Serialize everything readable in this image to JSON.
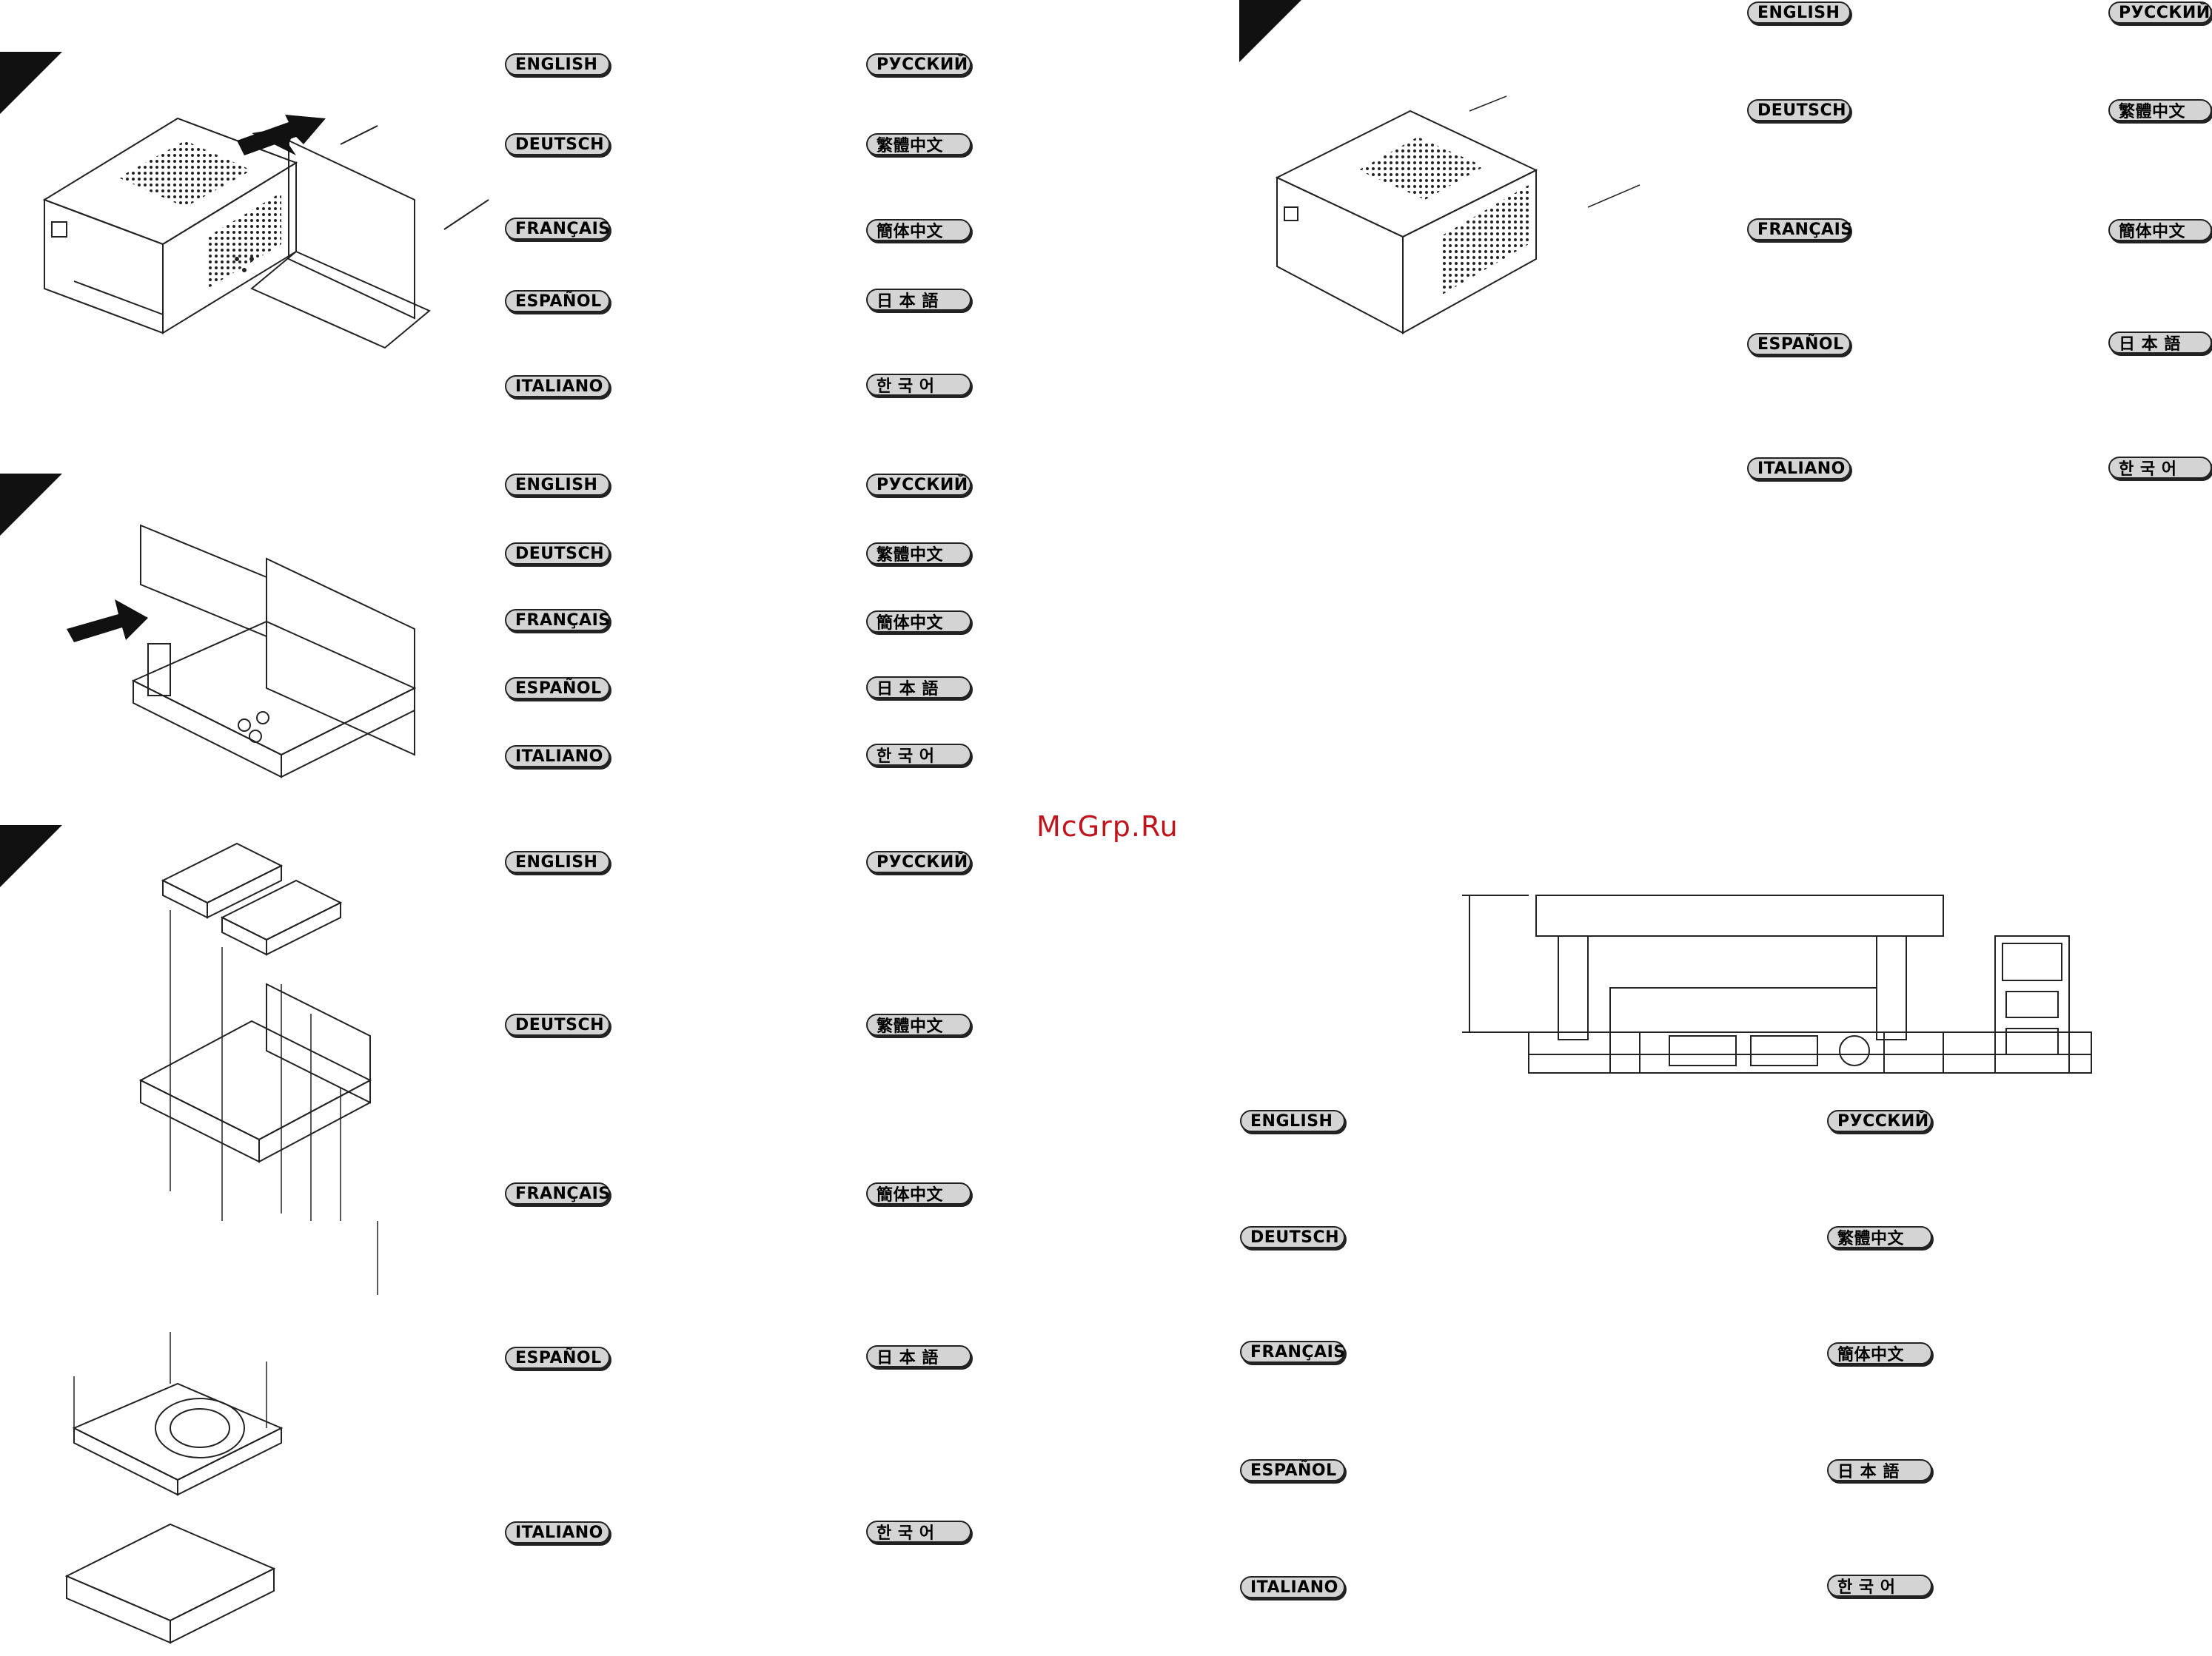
{
  "watermark": "McGrp.Ru",
  "languages": {
    "english": "ENGLISH",
    "deutsch": "DEUTSCH",
    "francais": "FRANÇAIS",
    "espanol": "ESPAÑOL",
    "italiano": "ITALIANO",
    "russian": "РУССКИЙ",
    "trad_chinese": "繁體中文",
    "simp_chinese": "簡体中文",
    "japanese": "日 本 語",
    "korean": "한 국 어"
  }
}
